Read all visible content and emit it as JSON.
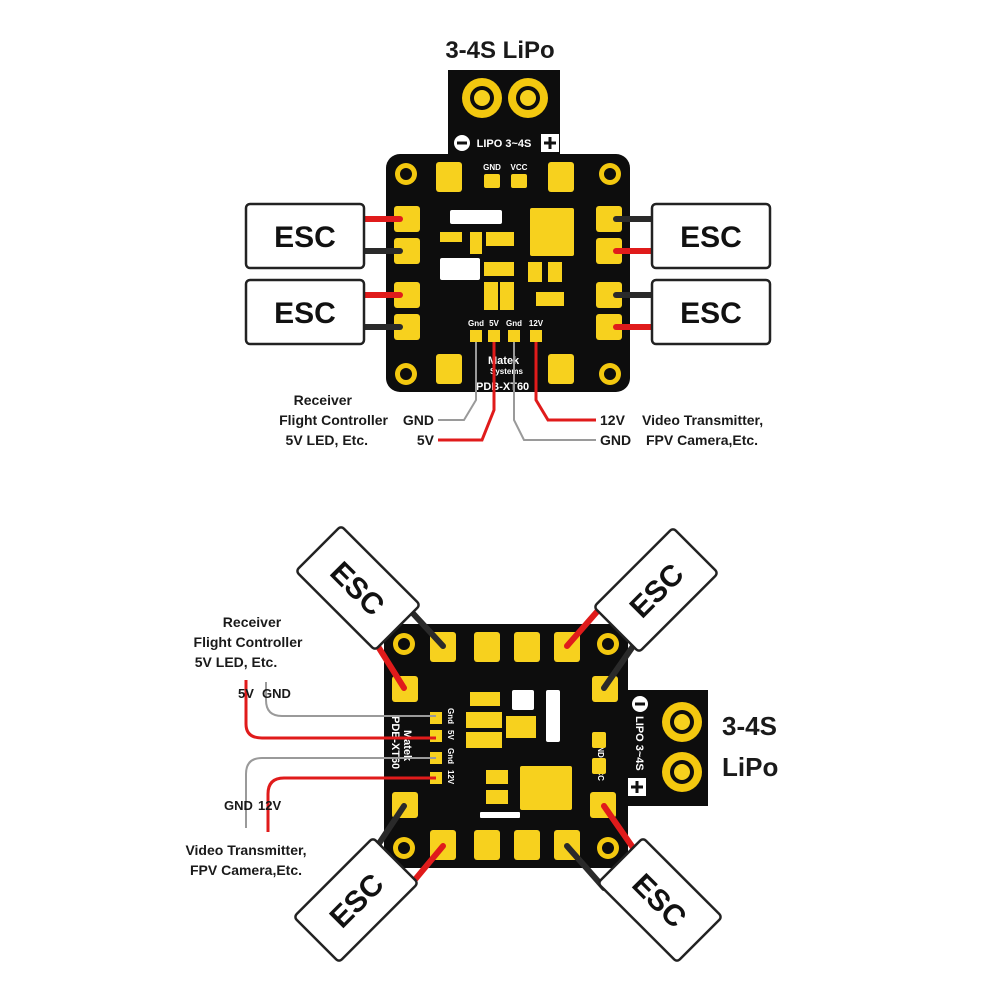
{
  "top": {
    "battery_label": "3-4S LiPo",
    "lipo_silk": "LIPO 3~4S",
    "gnd_silk": "GND",
    "vcc_silk": "VCC",
    "header_labels": [
      "Gnd",
      "5V",
      "Gnd",
      "12V"
    ],
    "brand": "Matek",
    "brand_sub": "Systems",
    "model": "PDB-XT60",
    "esc_label": "ESC",
    "left_group": [
      "Receiver",
      "Flight Controller",
      "5V LED, Etc."
    ],
    "left_gnd": "GND",
    "left_5v": "5V",
    "right_12v": "12V",
    "right_gnd": "GND",
    "right_group": [
      "Video Transmitter,",
      "FPV Camera,Etc."
    ]
  },
  "bottom": {
    "battery_label_1": "3-4S",
    "battery_label_2": "LiPo",
    "lipo_silk": "LIPO 3~4S",
    "gnd_silk": "GND",
    "vcc_silk": "VCC",
    "header_labels": [
      "Gnd",
      "5V",
      "Gnd",
      "12V"
    ],
    "brand": "Matek",
    "model": "PDB-XT60",
    "esc_label": "ESC",
    "top_group": [
      "Receiver",
      "Flight Controller",
      "5V LED, Etc."
    ],
    "top_5v": "5V",
    "top_gnd": "GND",
    "bottom_gnd": "GND",
    "bottom_12v": "12V",
    "bottom_group": [
      "Video Transmitter,",
      "FPV Camera,Etc."
    ]
  },
  "colors": {
    "pcb": "#0d0d0d",
    "pad": "#f7d11e",
    "positive_wire": "#e01b1b",
    "negative_wire": "#2a2a2a",
    "signal_ground": "#9a9a9a"
  }
}
